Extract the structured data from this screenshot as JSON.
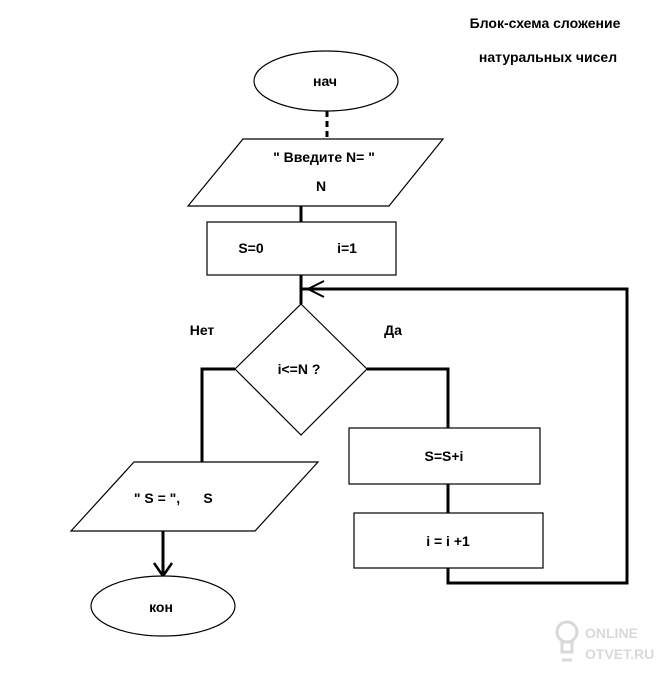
{
  "title": {
    "line1": "Блок-схема сложение",
    "line2": "натуральных чисел"
  },
  "start": {
    "label": "нач"
  },
  "input": {
    "line1": "\" Введите N= \"",
    "line2": "N"
  },
  "init": {
    "s_label": "S=0",
    "i_label": "i=1"
  },
  "decision": {
    "label": "i<=N ?",
    "no_label": "Нет",
    "yes_label": "Да"
  },
  "sum": {
    "label": "S=S+i"
  },
  "increment": {
    "label": "i = i +1"
  },
  "output": {
    "line1": "\" S = \",",
    "line2": "S"
  },
  "end": {
    "label": "кон"
  },
  "watermark": {
    "line1": "ONLINE",
    "line2": "OTVET.RU",
    "logo_icon": "lightbulb-icon"
  },
  "colors": {
    "stroke": "#000000",
    "background": "#ffffff",
    "watermark": "#d9d9d9"
  }
}
